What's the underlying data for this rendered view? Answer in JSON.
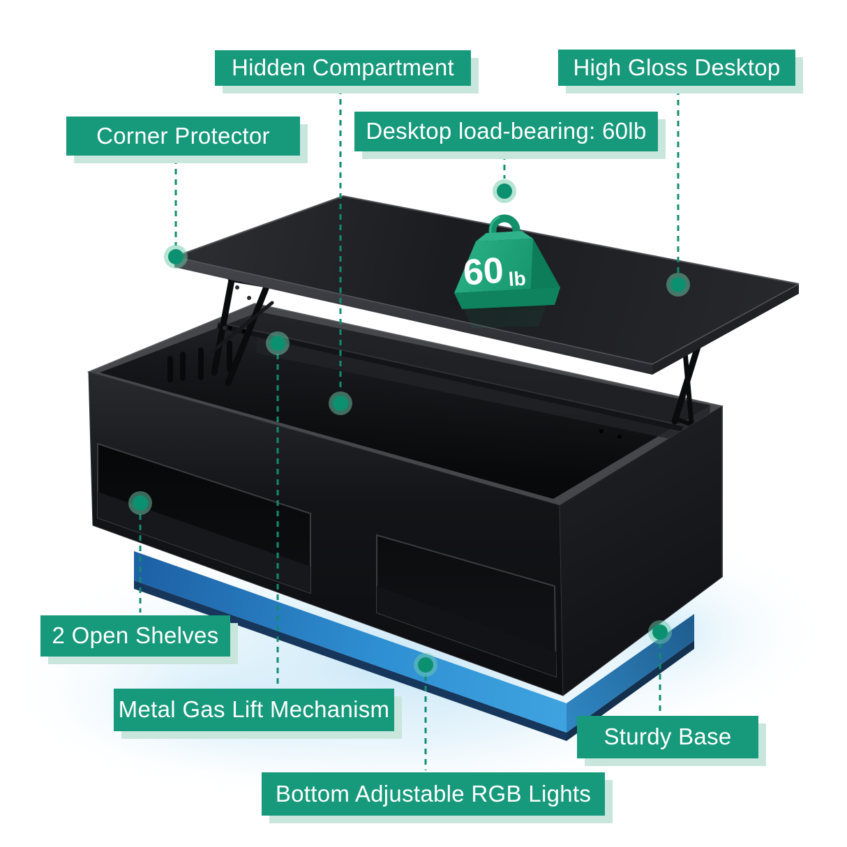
{
  "figure": {
    "type": "product-feature-diagram",
    "subject": "lift-top coffee table with RGB lighting"
  },
  "callouts": {
    "hidden_compartment": {
      "label": "Hidden Compartment"
    },
    "high_gloss_desktop": {
      "label": "High Gloss Desktop"
    },
    "corner_protector": {
      "label": "Corner Protector"
    },
    "desktop_load_bearing": {
      "label": "Desktop load-bearing: 60lb"
    },
    "open_shelves": {
      "label": "2 Open Shelves"
    },
    "metal_gas_lift": {
      "label": "Metal Gas Lift Mechanism"
    },
    "sturdy_base": {
      "label": "Sturdy Base"
    },
    "rgb_lights": {
      "label": "Bottom Adjustable RGB Lights"
    }
  },
  "weight_badge": {
    "value": "60",
    "unit": "lb"
  },
  "colors": {
    "label_background": "#17997B",
    "label_shadow": "#C9E6DD",
    "label_text": "#FFFFFF",
    "leader_line": "#128C71",
    "marker_dot": "#0C9170",
    "marker_halo": "#6DC9A9",
    "weight_green": "#1FA578",
    "rgb_light_blue": "#2E8FD2",
    "furniture_black": "#141518",
    "background": "#FFFFFF"
  }
}
